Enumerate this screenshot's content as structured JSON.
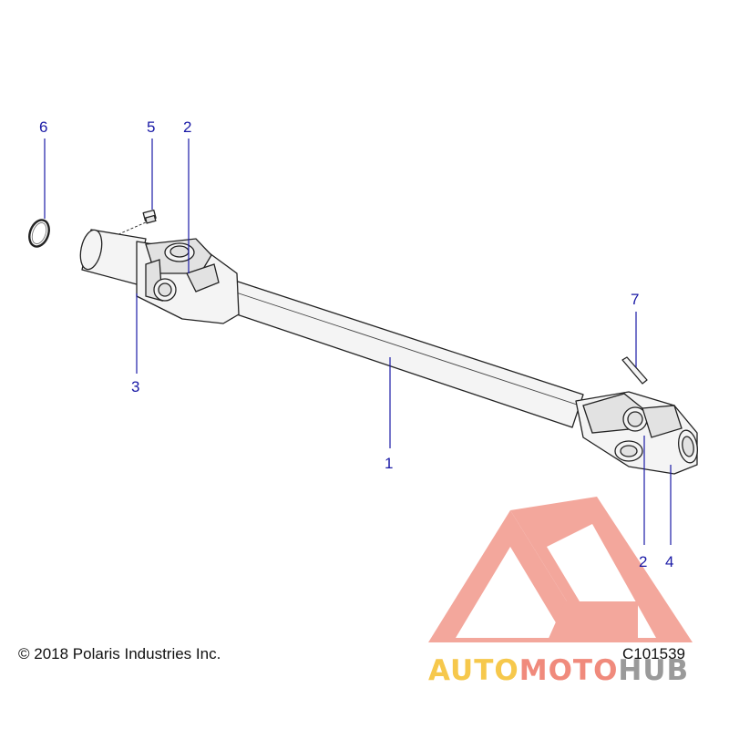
{
  "callouts": {
    "c1": "1",
    "c2a": "2",
    "c2b": "2",
    "c3": "3",
    "c4": "4",
    "c5": "5",
    "c6": "6",
    "c7": "7"
  },
  "footer": {
    "copyright": "© 2018 Polaris Industries Inc.",
    "figure_id": "C101539"
  },
  "watermark": {
    "part1": "AUTO",
    "part2": "MOTO",
    "part3": "HUB"
  },
  "colors": {
    "callout": "#1a1aa6",
    "watermark_red": "#f08a7c",
    "watermark_yellow": "#f6c84c",
    "watermark_gray": "#9a9a9a"
  }
}
